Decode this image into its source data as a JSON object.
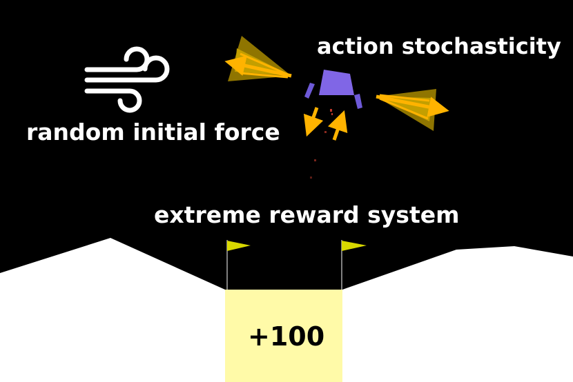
{
  "labels": {
    "random_initial_force": "random initial force",
    "action_stochasticity": "action stochasticity",
    "extreme_reward_system": "extreme reward system",
    "landing_reward": "+100"
  },
  "icons": {
    "wind": "wind-icon",
    "lander": "lander-icon",
    "flag": "flag-icon",
    "thrust_arrow": "arrow-icon"
  },
  "colors": {
    "sky": "#000000",
    "terrain": "#ffffff",
    "landing_pad": "#fffaa8",
    "lander_body": "#8066e6",
    "lander_legs": "#6e5ad8",
    "arrow": "#ffb300",
    "cone": "#a88a00",
    "flag": "#d8d800",
    "flag_pole": "#808080",
    "exhaust": "#c0392b"
  }
}
